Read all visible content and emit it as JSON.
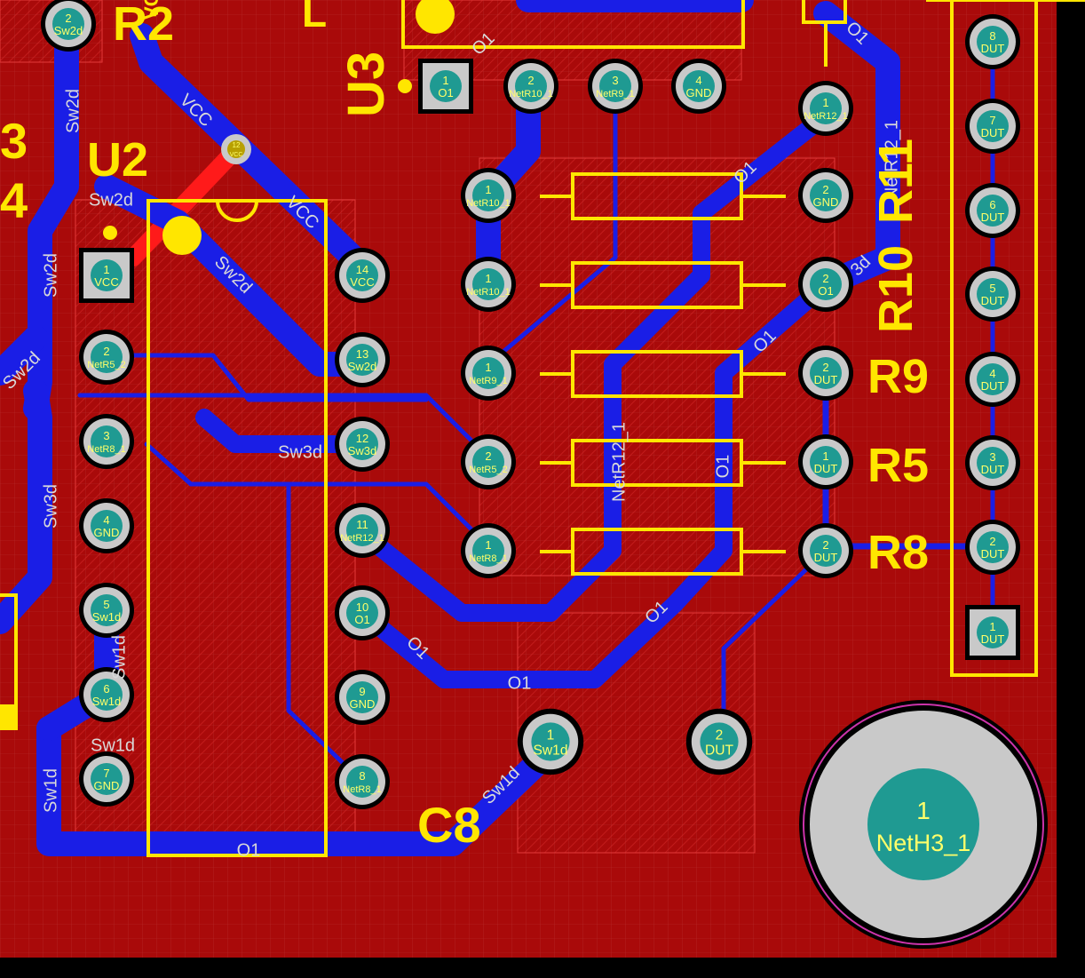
{
  "colors": {
    "board": "#a90a0a",
    "grid": "#c14a4a",
    "trace": "#1a1ee6",
    "silk": "#ffe600",
    "pad_ring": "#c9c9c9",
    "pad_core": "#1f9a92",
    "pad_text": "#ffff6a",
    "trace_text": "#d9d9d9",
    "hatch": "#d62a2a"
  },
  "designators": {
    "r2": "R2",
    "u2": "U2",
    "u3": "U3",
    "r9": "R9",
    "r5": "R5",
    "r8": "R8",
    "r10": "R10",
    "r11": "R11",
    "c8": "C8",
    "n3": "3",
    "n4": "4",
    "l_frag": "L",
    "vcc_frag": "VCC"
  },
  "trace_labels": [
    {
      "text": "Sw2d"
    },
    {
      "text": "Sw2d"
    },
    {
      "text": "Sw2d"
    },
    {
      "text": "Sw2d"
    },
    {
      "text": "Sw2d"
    },
    {
      "text": "VCC"
    },
    {
      "text": "VCC"
    },
    {
      "text": "Sw3d"
    },
    {
      "text": "Sw3d"
    },
    {
      "text": "Sw1d"
    },
    {
      "text": "Sw1d"
    },
    {
      "text": "Sw1d"
    },
    {
      "text": "Sw1d"
    },
    {
      "text": "O1"
    },
    {
      "text": "O1"
    },
    {
      "text": "O1"
    },
    {
      "text": "O1"
    },
    {
      "text": "O1"
    },
    {
      "text": "O1"
    },
    {
      "text": "O1"
    },
    {
      "text": "O1"
    },
    {
      "text": "NetR12_1"
    },
    {
      "text": "NetR12_1"
    },
    {
      "text": "O1"
    },
    {
      "text": "3d"
    }
  ],
  "pads": [
    {
      "num": "2",
      "net": "Sw2d"
    },
    {
      "num": "1",
      "net": "VCC"
    },
    {
      "num": "2",
      "net": "NetR5_2"
    },
    {
      "num": "3",
      "net": "NetR8_1"
    },
    {
      "num": "4",
      "net": "GND"
    },
    {
      "num": "5",
      "net": "Sw1d"
    },
    {
      "num": "6",
      "net": "Sw1d"
    },
    {
      "num": "7",
      "net": "GND"
    },
    {
      "num": "14",
      "net": "VCC"
    },
    {
      "num": "13",
      "net": "Sw2d"
    },
    {
      "num": "12",
      "net": "Sw3d"
    },
    {
      "num": "11",
      "net": "NetR12_1"
    },
    {
      "num": "10",
      "net": "O1"
    },
    {
      "num": "9",
      "net": "GND"
    },
    {
      "num": "8",
      "net": "NetR8_1"
    },
    {
      "num": "1",
      "net": "O1"
    },
    {
      "num": "2",
      "net": "NetR10_1"
    },
    {
      "num": "3",
      "net": "NetR9_1"
    },
    {
      "num": "4",
      "net": "GND"
    },
    {
      "num": "1",
      "net": "NetR12_1"
    },
    {
      "num": "1",
      "net": "NetR10_1"
    },
    {
      "num": "1",
      "net": "NetR10_1"
    },
    {
      "num": "1",
      "net": "NetR9_1"
    },
    {
      "num": "2",
      "net": "NetR5_2"
    },
    {
      "num": "1",
      "net": "NetR8_1"
    },
    {
      "num": "2",
      "net": "GND"
    },
    {
      "num": "2",
      "net": "O1"
    },
    {
      "num": "2",
      "net": "DUT"
    },
    {
      "num": "1",
      "net": "DUT"
    },
    {
      "num": "2",
      "net": "DUT"
    },
    {
      "num": "1",
      "net": "Sw1d"
    },
    {
      "num": "2",
      "net": "DUT"
    },
    {
      "num": "8",
      "net": "DUT"
    },
    {
      "num": "7",
      "net": "DUT"
    },
    {
      "num": "6",
      "net": "DUT"
    },
    {
      "num": "5",
      "net": "DUT"
    },
    {
      "num": "4",
      "net": "DUT"
    },
    {
      "num": "3",
      "net": "DUT"
    },
    {
      "num": "2",
      "net": "DUT"
    },
    {
      "num": "1",
      "net": "DUT"
    }
  ],
  "mounting_hole": {
    "num": "1",
    "net": "NetH3_1"
  },
  "via": {
    "num": "12",
    "net": "VCC"
  }
}
